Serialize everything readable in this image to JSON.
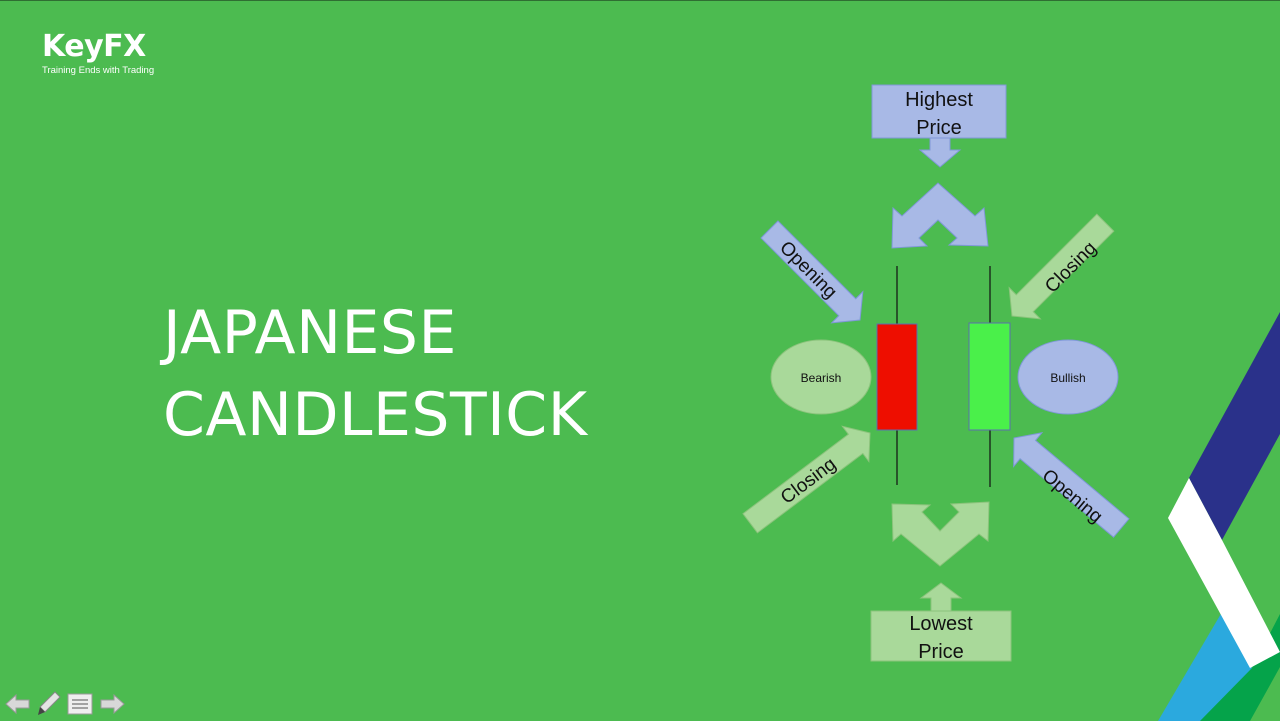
{
  "logo": {
    "name": "KeyFX",
    "tagline": "Training Ends with Trading"
  },
  "slide": {
    "title_line1": "JAPANESE",
    "title_line2": "CANDLESTICK"
  },
  "diagram": {
    "highest_line1": "Highest",
    "highest_line2": "Price",
    "lowest_line1": "Lowest",
    "lowest_line2": "Price",
    "opening_bearish": "Opening",
    "closing_bearish": "Closing",
    "closing_bullish": "Closing",
    "opening_bullish": "Opening",
    "bearish": "Bearish",
    "bullish": "Bullish"
  },
  "colors": {
    "background": "#4cbb50",
    "bearish_candle": "#ee0e00",
    "bullish_candle": "#4af04a",
    "blue_shape": "#a8b9e6",
    "green_shape": "#a9d99a",
    "stripe_navy": "#2a318a",
    "stripe_white": "#ffffff",
    "stripe_sky": "#2ba9de",
    "stripe_green": "#05a34a"
  },
  "nav": {
    "prev_icon": "arrow-left-icon",
    "pen_icon": "pen-icon",
    "menu_icon": "menu-icon",
    "next_icon": "arrow-right-icon"
  }
}
